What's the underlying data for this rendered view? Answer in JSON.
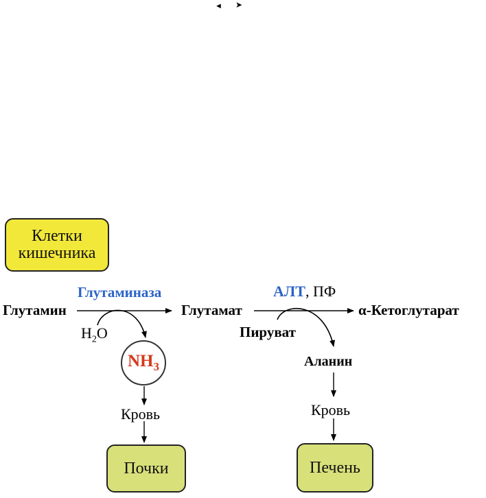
{
  "top_marks": {
    "left": "◄",
    "right": "➤"
  },
  "boxes": {
    "intestine_line1": "Клетки",
    "intestine_line2": "кишечника",
    "kidneys": "Почки",
    "liver": "Печень"
  },
  "reaction1": {
    "substrate": "Глутамин",
    "enzyme": "Глутаминаза",
    "cosubstrate_main": "H",
    "cosubstrate_sub": "2",
    "cosubstrate_tail": "O",
    "product": "Глутамат",
    "released_main": "NH",
    "released_sub": "3",
    "transport": "Кровь"
  },
  "reaction2": {
    "enzyme": "АЛТ",
    "cofactor": ", ПФ",
    "cosubstrate": "Пируват",
    "product": "α-Кетоглутарат",
    "released": "Аланин",
    "transport": "Кровь"
  },
  "colors": {
    "enzyme": "#2b63c6",
    "nh3": "#d33a1c",
    "box_yellow": "#f2e83a",
    "box_green": "#d8e07a"
  }
}
